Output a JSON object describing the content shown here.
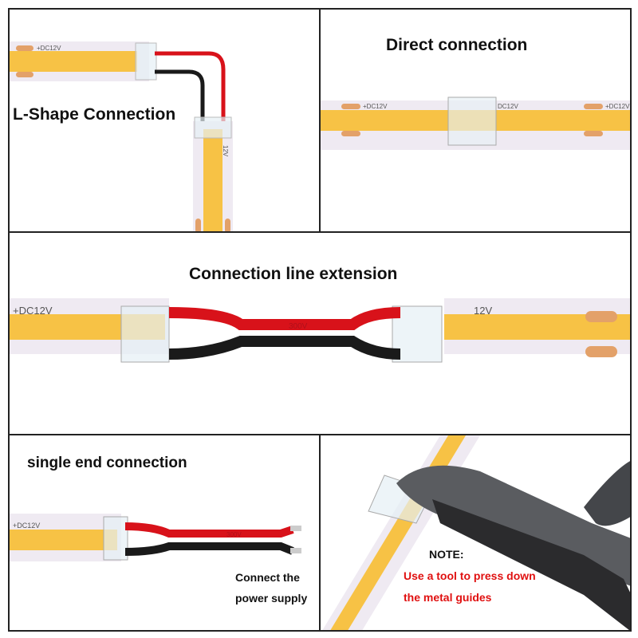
{
  "panels": {
    "l_shape": {
      "title": "L-Shape Connection",
      "polarity_label": "+DC12V",
      "polarity_label_rotated": "12V"
    },
    "direct": {
      "title": "Direct connection",
      "polarity_label": "+DC12V",
      "polarity_label_mid": "DC12V"
    },
    "extension": {
      "title": "Connection line extension",
      "polarity_label": "+DC12V",
      "polarity_label_right": "12V",
      "wire_print": "300V"
    },
    "single_end": {
      "title": "single end connection",
      "polarity_label": "+DC12V",
      "caption_line1": "Connect the",
      "caption_line2": "power supply",
      "wire_print": "300V"
    },
    "tool": {
      "note_heading": "NOTE:",
      "note_line1": "Use a tool to press down",
      "note_line2": "the metal guides",
      "note_color": "#e01010"
    }
  },
  "colors": {
    "led_yellow": "#f7c245",
    "strip_white": "#efeaf2",
    "wire_red": "#d8121a",
    "wire_black": "#1a1a1a",
    "pad_copper": "#e3a169"
  }
}
